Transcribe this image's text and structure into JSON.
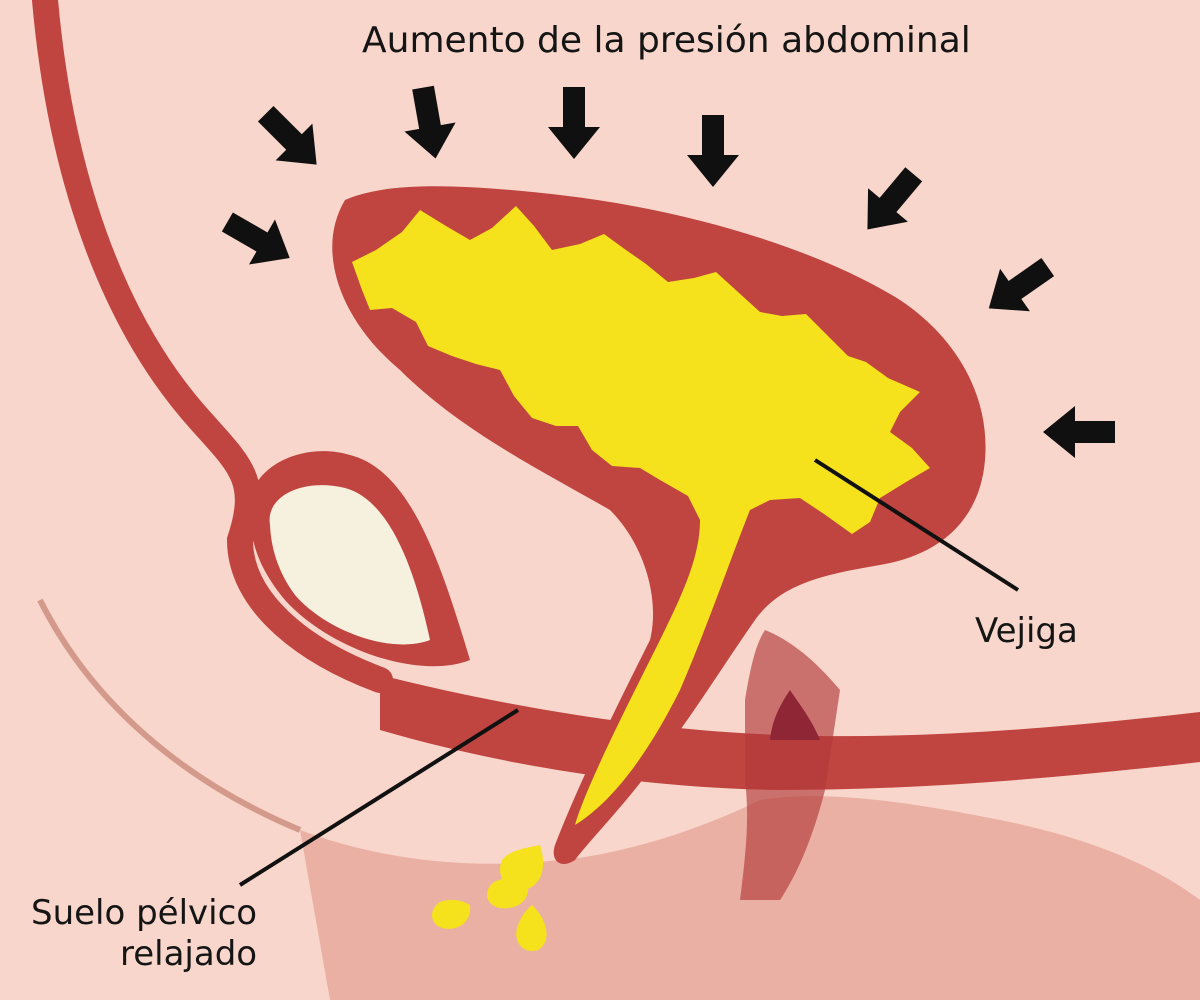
{
  "labels": {
    "title": "Aumento de la presión abdominal",
    "bladder": "Vejiga",
    "pelvic_floor_line1": "Suelo pélvico",
    "pelvic_floor_line2": "relajado"
  },
  "colors": {
    "background": "#f8d6cb",
    "tissue_red": "#c0443f",
    "urine_yellow": "#f5e21c",
    "bone_cream": "#f6f0df",
    "lower_tissue": "#e9a79b",
    "arrow_black": "#101010"
  },
  "icons": {
    "pressure_arrows": "arrow-icon",
    "urine_drops": "drop-icon"
  }
}
